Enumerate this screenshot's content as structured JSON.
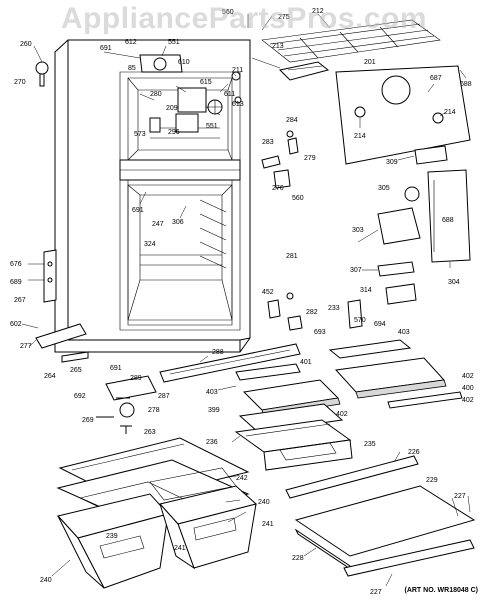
{
  "watermark": "AppliancePartsPros.com",
  "art_number": "(ART NO. WR18048 C)",
  "part_labels": {
    "p560a": "560",
    "p275": "275",
    "p212": "212",
    "p260": "260",
    "p691a": "691",
    "p612": "612",
    "p551a": "551",
    "p610": "610",
    "p213": "213",
    "p85": "85",
    "p270": "270",
    "p201": "201",
    "p211": "211",
    "p615": "615",
    "p280": "280",
    "p209": "209",
    "p611": "611",
    "p687": "687",
    "p688a": "688",
    "p613": "613",
    "p551b": "551",
    "p573": "573",
    "p296": "296",
    "p284": "284",
    "p214a": "214",
    "p214b": "214",
    "p283": "283",
    "p279": "279",
    "p309": "309",
    "p276": "276",
    "p560b": "560",
    "p305": "305",
    "p691b": "691",
    "p306": "306",
    "p247": "247",
    "p324": "324",
    "p303": "303",
    "p688b": "688",
    "p676": "676",
    "p689": "689",
    "p267": "267",
    "p281": "281",
    "p307": "307",
    "p304": "304",
    "p452": "452",
    "p314": "314",
    "p233": "233",
    "p282": "282",
    "p570": "570",
    "p694": "694",
    "p602": "602",
    "p693": "693",
    "p403a": "403",
    "p277": "277",
    "p288": "288",
    "p401": "401",
    "p264": "264",
    "p265": "265",
    "p691c": "691",
    "p289": "289",
    "p402a": "402",
    "p403b": "403",
    "p400": "400",
    "p692": "692",
    "p287": "287",
    "p402b": "402",
    "p278": "278",
    "p399": "399",
    "p402c": "402",
    "p269": "269",
    "p263": "263",
    "p236": "236",
    "p235": "235",
    "p226": "226",
    "p242": "242",
    "p229": "229",
    "p227a": "227",
    "p240a": "240",
    "p241": "241",
    "p239": "239",
    "p228": "228",
    "p240b": "240",
    "p227b": "227"
  }
}
